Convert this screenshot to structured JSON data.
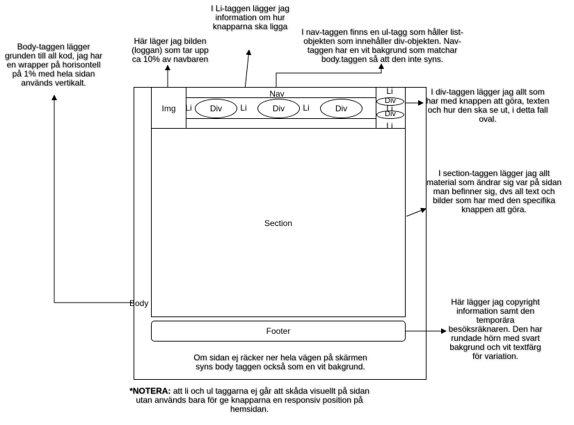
{
  "notes": {
    "body_note": "Body-taggen lägger grunden till all kod, jag har en wrapper på horisontell på 1% med hela sidan används vertikalt.",
    "img_note": "Här läger jag bilden (loggan) som tar upp ca 10% av navbaren",
    "li_note": "I Li-taggen lägger jag information om hur knapparna ska ligga",
    "nav_note": "I nav-taggen finns en ul-tagg som håller list-objekten som innehåller div-objekten. Nav-taggen har en vit bakgrund som matchar body.taggen så att den inte syns.",
    "div_note": "I div-taggen lägger jag allt som har med knappen att göra, texten och hur den ska se ut, i detta fall oval.",
    "section_note": "I section-taggen lägger jag allt material som ändrar sig var på sidan man befinner sig, dvs all text och bilder som har med den specifika knappen att göra.",
    "footer_note": "Här lägger jag copyright information samt den temporära besöksräknaren. Den har rundade hörn med svart bakgrund och vit textfärg för variation.",
    "bottom_note": "Om sidan ej räcker ner hela vägen på skärmen syns body taggen också som en vit bakgrund.",
    "notera_bold": "*NOTERA:",
    "notera_text": " att li och ul taggarna ej går att skåda visuellt på sidan utan används bara för ge knapparna en responsiv position på hemsidan."
  },
  "diagram": {
    "body_label": "Body",
    "img_label": "Img",
    "nav_label": "Nav",
    "li_label": "Li",
    "div_label": "Div",
    "section_label": "Section",
    "footer_label": "Footer"
  }
}
